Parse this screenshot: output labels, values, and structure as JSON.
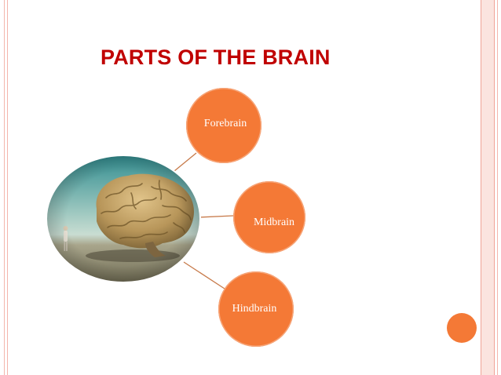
{
  "slide": {
    "title": "PARTS OF THE BRAIN",
    "accent_color": "#f47936",
    "title_color": "#c00000"
  },
  "diagram": {
    "center": {
      "kind": "photo",
      "icon": "brain-landscape-image"
    },
    "nodes": [
      {
        "label": "Forebrain"
      },
      {
        "label": "Midbrain"
      },
      {
        "label": "Hindbrain"
      }
    ]
  }
}
